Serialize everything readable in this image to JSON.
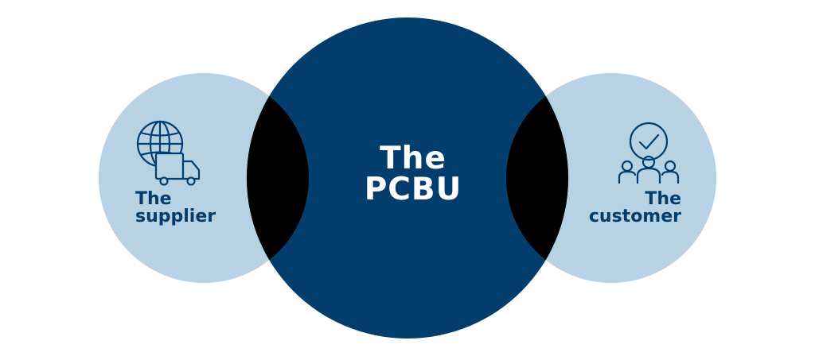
{
  "colors": {
    "outer_circle": "#b7d2e2",
    "center_circle": "#033d6e",
    "overlap": "#000000",
    "outer_text": "#033d6e",
    "center_text": "#ffffff",
    "background": "#ffffff"
  },
  "center": {
    "line1": "The",
    "line2": "PCBU"
  },
  "left": {
    "line1": "The",
    "line2": "supplier",
    "icons": [
      "globe-icon",
      "delivery-truck-icon"
    ]
  },
  "right": {
    "line1": "The",
    "line2": "customer",
    "icons": [
      "checkmark-badge-icon",
      "people-group-icon"
    ]
  }
}
